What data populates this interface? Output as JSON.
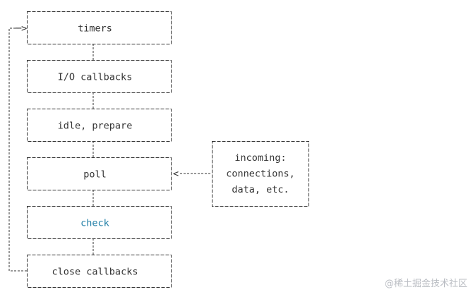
{
  "phases": [
    {
      "id": "timers",
      "label": "timers",
      "color": "#333333"
    },
    {
      "id": "io-callbacks",
      "label": "I/O callbacks",
      "color": "#333333"
    },
    {
      "id": "idle-prepare",
      "label": "idle, prepare",
      "color": "#333333"
    },
    {
      "id": "poll",
      "label": "poll",
      "color": "#333333"
    },
    {
      "id": "check",
      "label": "check",
      "color": "#1f7ea6"
    },
    {
      "id": "close-callbacks",
      "label": "close callbacks",
      "color": "#333333"
    }
  ],
  "incoming": {
    "lines": [
      "incoming:",
      "connections,",
      "data, etc."
    ]
  },
  "arrow_heads": {
    "loop": "─>",
    "incoming": "<"
  },
  "watermark": "@稀土掘金技术社区",
  "colors": {
    "stroke": "#333333",
    "text": "#333333",
    "accent": "#1f7ea6"
  }
}
